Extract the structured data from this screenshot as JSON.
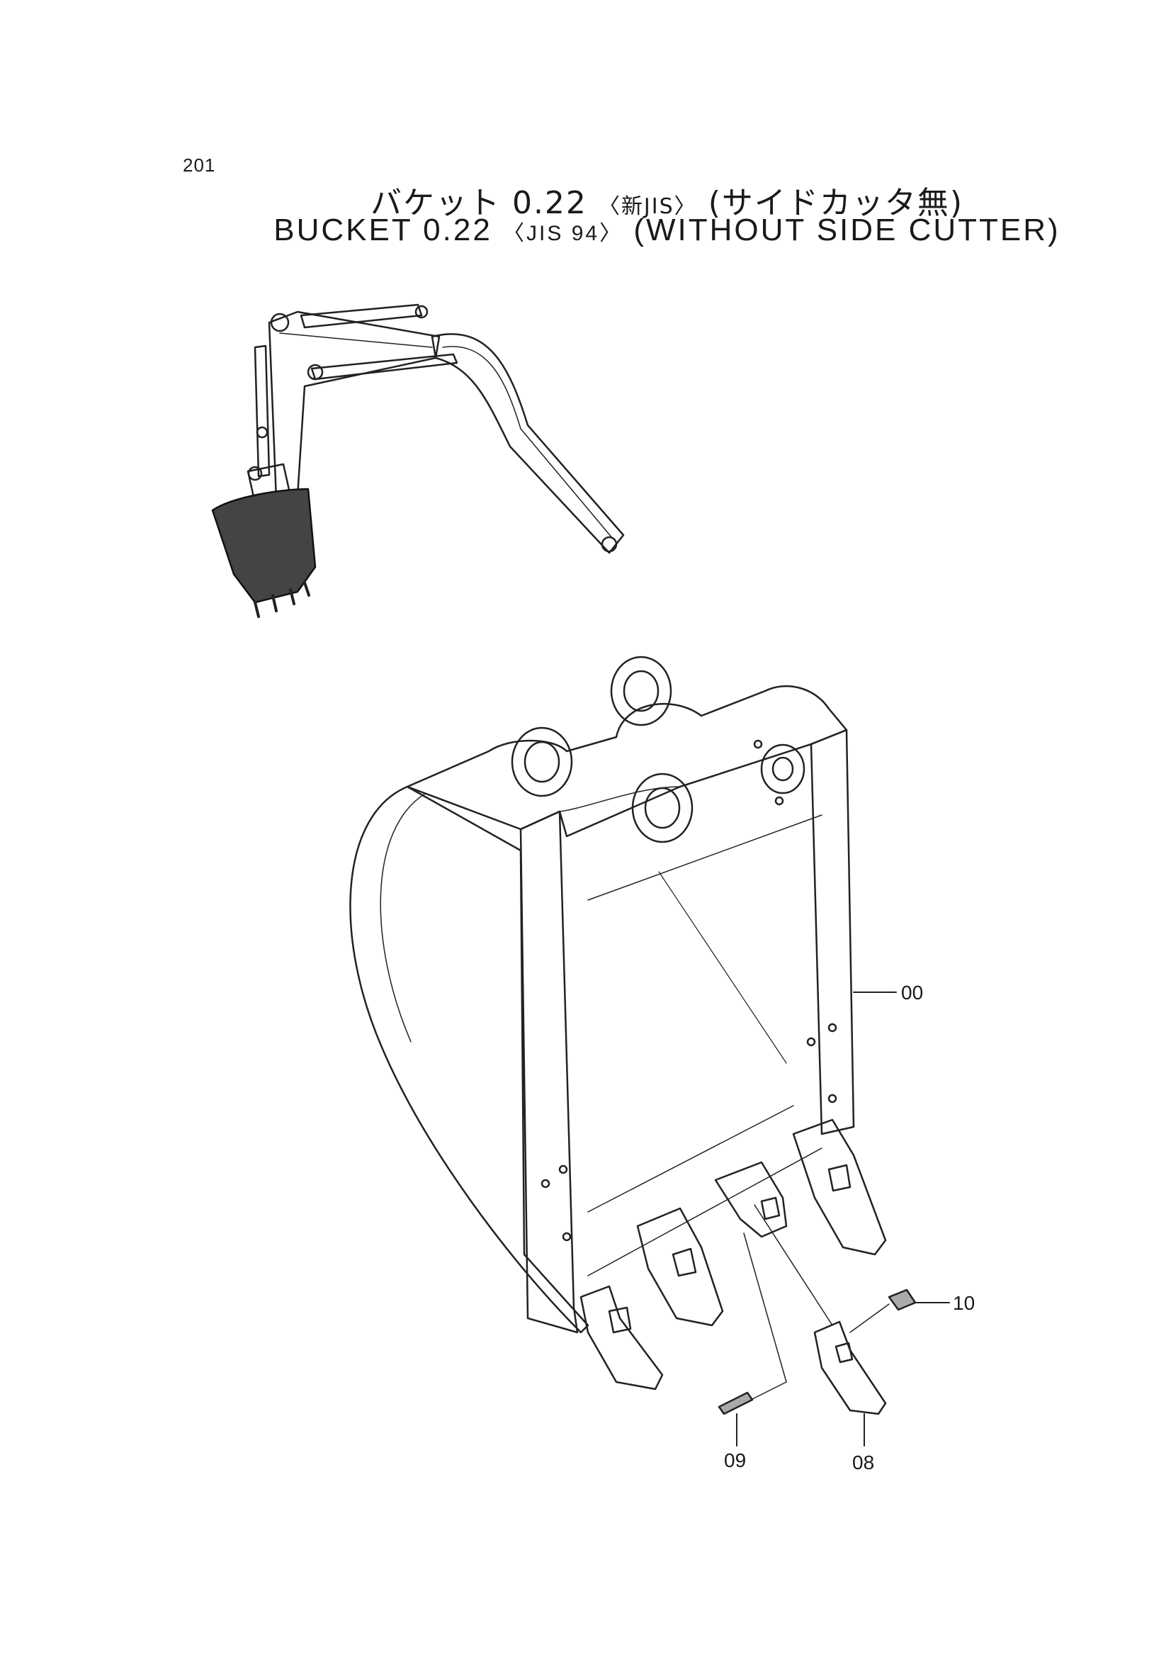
{
  "page": {
    "number": "201",
    "title_jp_main": "バケット 0.22",
    "title_jp_std": "〈新JIS〉",
    "title_jp_note": "(サイドカッタ無)",
    "title_en_main": "BUCKET 0.22",
    "title_en_std": "〈JIS 94〉",
    "title_en_note": "(WITHOUT SIDE CUTTER)"
  },
  "callouts": [
    {
      "id": "00",
      "label": "00"
    },
    {
      "id": "10",
      "label": "10"
    },
    {
      "id": "09",
      "label": "09"
    },
    {
      "id": "08",
      "label": "08"
    }
  ]
}
